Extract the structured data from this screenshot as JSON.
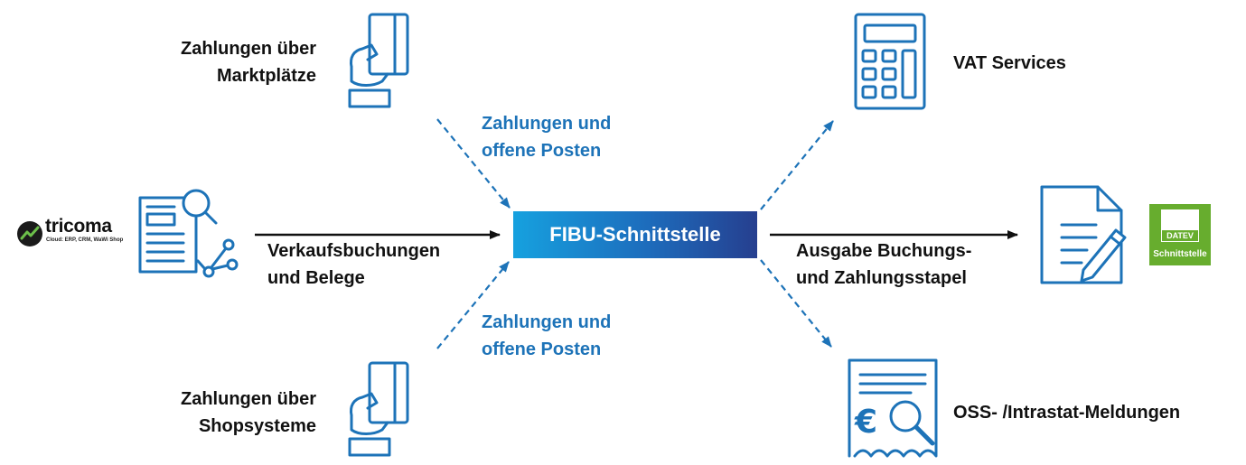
{
  "center": {
    "label": "FIBU-Schnittstelle"
  },
  "left": {
    "top": {
      "line1": "Zahlungen über",
      "line2": "Marktplätze"
    },
    "bottom": {
      "line1": "Zahlungen über",
      "line2": "Shopsysteme"
    },
    "middle": {
      "line1": "Verkaufsbuchungen",
      "line2": "und Belege"
    }
  },
  "edges": {
    "top": {
      "line1": "Zahlungen und",
      "line2": "offene Posten"
    },
    "bottom": {
      "line1": "Zahlungen und",
      "line2": "offene Posten"
    }
  },
  "right": {
    "top": {
      "label": "VAT Services"
    },
    "middle": {
      "line1": "Ausgabe Buchungs-",
      "line2": "und Zahlungsstapel"
    },
    "bottom": {
      "label": "OSS- /Intrastat-Meldungen"
    }
  },
  "logos": {
    "tricoma": {
      "name": "tricoma",
      "tagline": "Cloud: ERP, CRM, WaWi Shop"
    },
    "datev": {
      "brand": "DATEV",
      "label": "Schnittstelle"
    }
  },
  "colors": {
    "icon_blue": "#1d73b8",
    "gradient_start": "#16a1df",
    "gradient_end": "#263f8f",
    "datev_green": "#67ad2e",
    "arrow_solid": "#111111"
  }
}
